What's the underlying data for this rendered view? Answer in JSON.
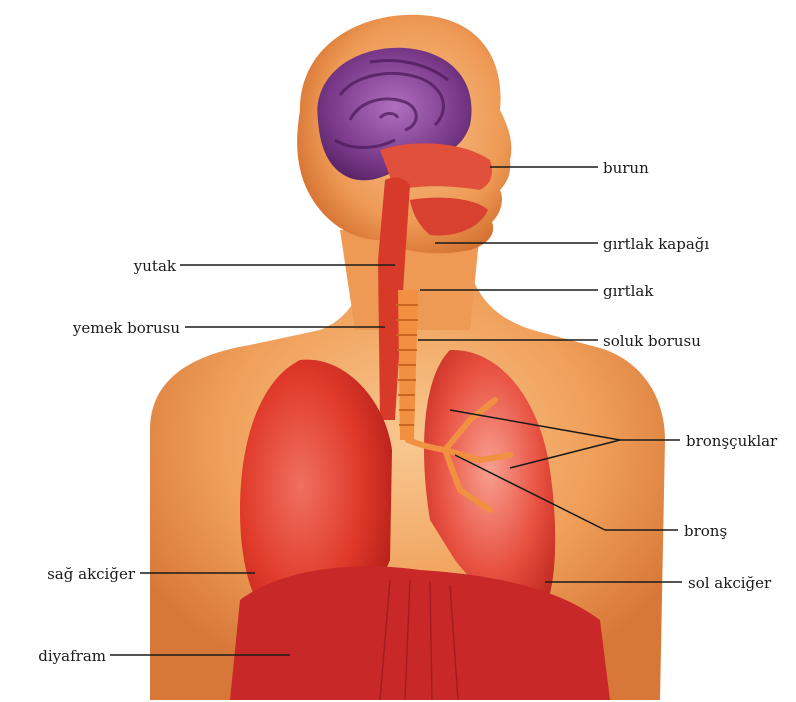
{
  "labels": {
    "burun": "burun",
    "girtlak_kapagi": "gırtlak kapağı",
    "girtlak": "gırtlak",
    "soluk_borusu": "soluk borusu",
    "bronscuklar": "bronşçuklar",
    "brons": "bronş",
    "sol_akciger": "sol akciğer",
    "yutak": "yutak",
    "yemek_borusu": "yemek borusu",
    "sag_akciger": "sağ akciğer",
    "diyafram": "diyafram"
  },
  "colors": {
    "skin": "#f0a05a",
    "skin_light": "#f8c890",
    "skin_shadow": "#d87838",
    "lung": "#e03a2a",
    "lung_dark": "#b8201a",
    "lung_light": "#f07060",
    "brain": "#7a3a8a",
    "brain_light": "#a060b0",
    "trachea": "#f09040",
    "diaphragm": "#c82828",
    "leader_line": "#1a1a1a"
  }
}
